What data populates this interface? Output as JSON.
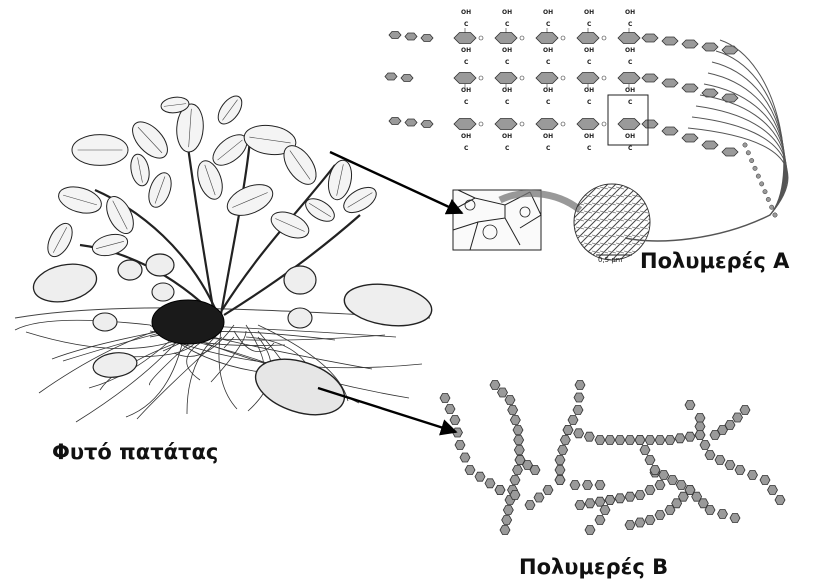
{
  "labels": {
    "plant": "Φυτό πατάτας",
    "polymer_a": "Πολυμερές Α",
    "polymer_b": "Πολυμερές Β"
  },
  "structure_a": {
    "atom_labels": {
      "hydroxyl": "OH",
      "carbon": "C",
      "oxygen": "O"
    },
    "scale_bar": "0,5 μm"
  },
  "colors": {
    "ink": "#111111",
    "ring_fill": "#9a9a9a",
    "ring_stroke": "#333333",
    "arrow": "#000000",
    "fibre_arc": "#555555"
  }
}
